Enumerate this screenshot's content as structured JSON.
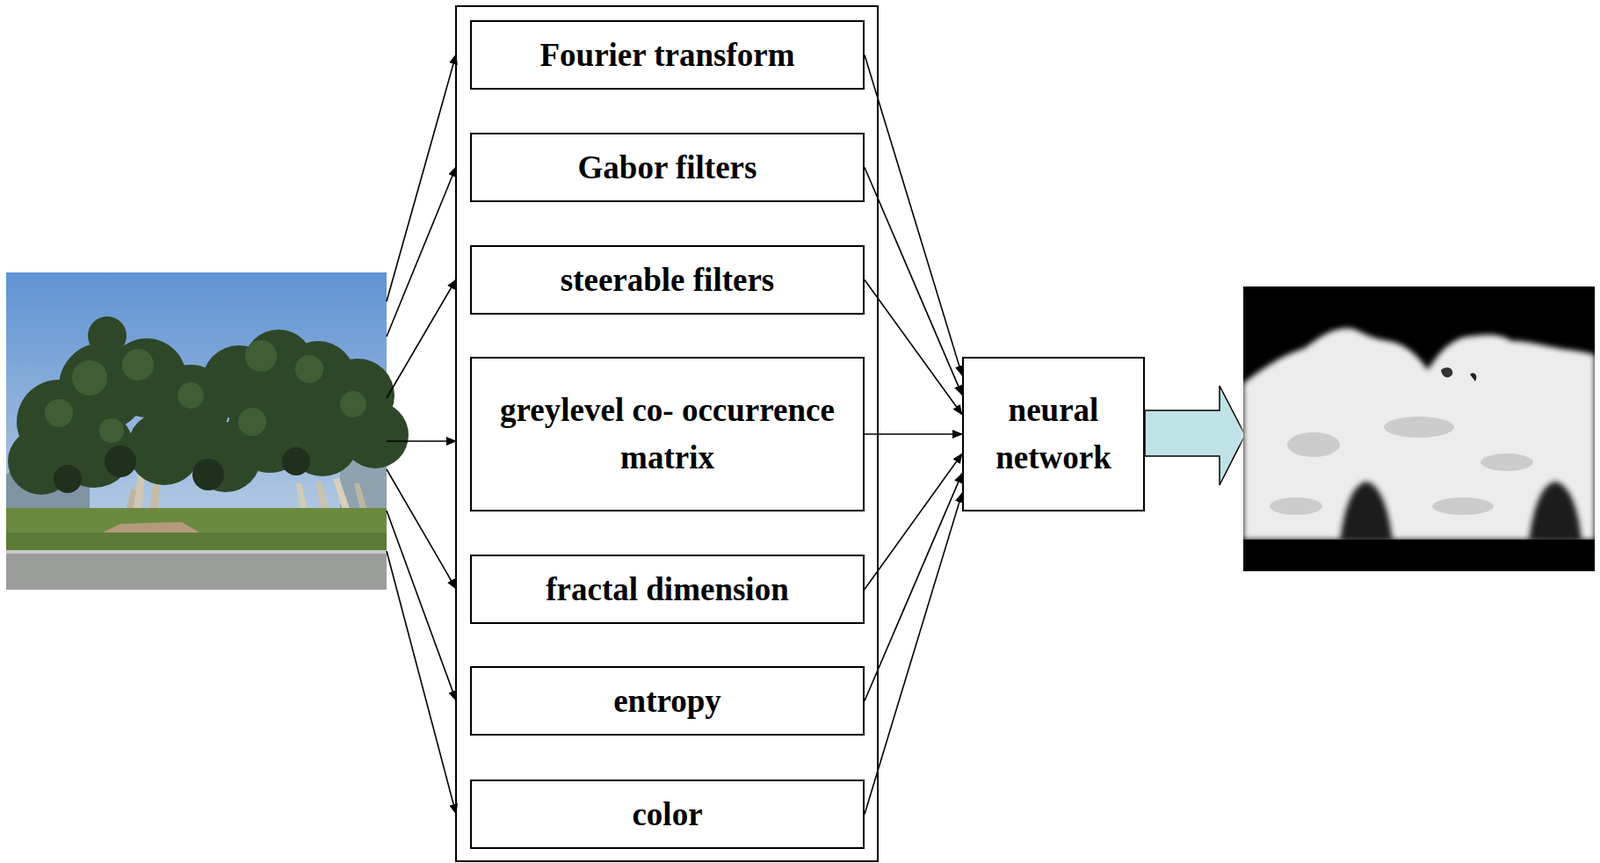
{
  "diagram": {
    "nodes": [
      {
        "text": [
          "Fourier transform"
        ]
      },
      {
        "text": [
          "Gabor filters"
        ]
      },
      {
        "text": [
          "steerable filters"
        ]
      },
      {
        "text": [
          "greylevel co- occurrence matrix"
        ]
      },
      {
        "text": [
          "fractal dimension"
        ]
      },
      {
        "text": [
          "entropy"
        ]
      },
      {
        "text": [
          "color"
        ]
      },
      {
        "text": [
          "neural network"
        ]
      }
    ],
    "edges": [
      {
        "from": 0,
        "to": 7,
        "arrow": "to"
      },
      {
        "from": 1,
        "to": 7,
        "arrow": "to"
      },
      {
        "from": 2,
        "to": 7,
        "arrow": "to"
      },
      {
        "from": 3,
        "to": 7,
        "arrow": "to"
      },
      {
        "from": 4,
        "to": 7,
        "arrow": "to"
      },
      {
        "from": 5,
        "to": 7,
        "arrow": "to"
      },
      {
        "from": 6,
        "to": 7,
        "arrow": "to"
      }
    ]
  }
}
